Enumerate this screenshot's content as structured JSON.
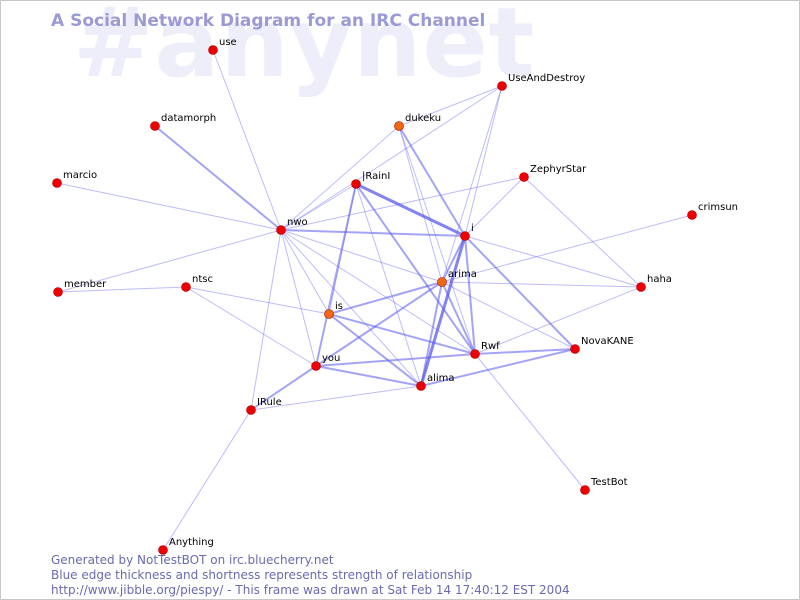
{
  "watermark": "#anynet",
  "title": "A Social Network Diagram for an IRC Channel",
  "footer": {
    "line1": "Generated by NotTestBOT on irc.bluecherry.net",
    "line2": "Blue edge thickness and shortness represents strength of relationship",
    "line3": "http://www.jibble.org/piespy/ - This frame was drawn at Sat Feb 14 17:40:12 EST 2004"
  },
  "colors": {
    "node": "#ee0000",
    "node_highlight": "#ee6a10",
    "edge": "#5a5af0",
    "title": "#9a9ad6",
    "watermark": "#eeeefa"
  },
  "nodes": [
    {
      "id": "use",
      "label": "use"
    },
    {
      "id": "UseAndDestroy",
      "label": "UseAndDestroy"
    },
    {
      "id": "datamorph",
      "label": "datamorph"
    },
    {
      "id": "dukeku",
      "label": "dukeku",
      "highlight": true
    },
    {
      "id": "marcio",
      "label": "marcio"
    },
    {
      "id": "IRainI",
      "label": "|RainI"
    },
    {
      "id": "ZephyrStar",
      "label": "ZephyrStar"
    },
    {
      "id": "crimsun",
      "label": "crimsun"
    },
    {
      "id": "nwo",
      "label": "nwo"
    },
    {
      "id": "i",
      "label": "i"
    },
    {
      "id": "arima",
      "label": "arima",
      "highlight": true
    },
    {
      "id": "member",
      "label": "member"
    },
    {
      "id": "ntsc",
      "label": "ntsc"
    },
    {
      "id": "haha",
      "label": "haha"
    },
    {
      "id": "is",
      "label": "is",
      "highlight": true
    },
    {
      "id": "NovaKANE",
      "label": "NovaKANE"
    },
    {
      "id": "Rwf",
      "label": "Rwf"
    },
    {
      "id": "you",
      "label": "you"
    },
    {
      "id": "alima",
      "label": "alima"
    },
    {
      "id": "IRule",
      "label": "IRule"
    },
    {
      "id": "TestBot",
      "label": "TestBot"
    },
    {
      "id": "Anything",
      "label": "Anything"
    }
  ],
  "edges": [
    {
      "source": "nwo",
      "target": "use",
      "strength": 1
    },
    {
      "source": "nwo",
      "target": "datamorph",
      "strength": 2
    },
    {
      "source": "nwo",
      "target": "marcio",
      "strength": 1
    },
    {
      "source": "nwo",
      "target": "member",
      "strength": 1
    },
    {
      "source": "nwo",
      "target": "IRainI",
      "strength": 1
    },
    {
      "source": "nwo",
      "target": "dukeku",
      "strength": 1
    },
    {
      "source": "nwo",
      "target": "UseAndDestroy",
      "strength": 1
    },
    {
      "source": "nwo",
      "target": "ZephyrStar",
      "strength": 1
    },
    {
      "source": "nwo",
      "target": "i",
      "strength": 2
    },
    {
      "source": "nwo",
      "target": "arima",
      "strength": 1
    },
    {
      "source": "nwo",
      "target": "is",
      "strength": 1
    },
    {
      "source": "nwo",
      "target": "you",
      "strength": 1
    },
    {
      "source": "nwo",
      "target": "IRule",
      "strength": 1
    },
    {
      "source": "nwo",
      "target": "Rwf",
      "strength": 1
    },
    {
      "source": "nwo",
      "target": "alima",
      "strength": 1
    },
    {
      "source": "member",
      "target": "ntsc",
      "strength": 1
    },
    {
      "source": "ntsc",
      "target": "you",
      "strength": 1
    },
    {
      "source": "ntsc",
      "target": "is",
      "strength": 1
    },
    {
      "source": "IRainI",
      "target": "i",
      "strength": 3
    },
    {
      "source": "IRainI",
      "target": "Rwf",
      "strength": 2
    },
    {
      "source": "IRainI",
      "target": "is",
      "strength": 1
    },
    {
      "source": "IRainI",
      "target": "alima",
      "strength": 1
    },
    {
      "source": "IRainI",
      "target": "you",
      "strength": 2
    },
    {
      "source": "dukeku",
      "target": "UseAndDestroy",
      "strength": 1
    },
    {
      "source": "dukeku",
      "target": "i",
      "strength": 2
    },
    {
      "source": "dukeku",
      "target": "arima",
      "strength": 1
    },
    {
      "source": "dukeku",
      "target": "Rwf",
      "strength": 1
    },
    {
      "source": "UseAndDestroy",
      "target": "i",
      "strength": 1
    },
    {
      "source": "UseAndDestroy",
      "target": "arima",
      "strength": 1
    },
    {
      "source": "ZephyrStar",
      "target": "i",
      "strength": 1
    },
    {
      "source": "ZephyrStar",
      "target": "haha",
      "strength": 1
    },
    {
      "source": "crimsun",
      "target": "arima",
      "strength": 1
    },
    {
      "source": "i",
      "target": "arima",
      "strength": 2
    },
    {
      "source": "i",
      "target": "Rwf",
      "strength": 2
    },
    {
      "source": "i",
      "target": "alima",
      "strength": 3
    },
    {
      "source": "i",
      "target": "NovaKANE",
      "strength": 2
    },
    {
      "source": "i",
      "target": "haha",
      "strength": 1
    },
    {
      "source": "arima",
      "target": "Rwf",
      "strength": 2
    },
    {
      "source": "arima",
      "target": "is",
      "strength": 2
    },
    {
      "source": "arima",
      "target": "you",
      "strength": 2
    },
    {
      "source": "arima",
      "target": "alima",
      "strength": 2
    },
    {
      "source": "arima",
      "target": "haha",
      "strength": 1
    },
    {
      "source": "arima",
      "target": "NovaKANE",
      "strength": 1
    },
    {
      "source": "is",
      "target": "Rwf",
      "strength": 2
    },
    {
      "source": "is",
      "target": "alima",
      "strength": 2
    },
    {
      "source": "you",
      "target": "Rwf",
      "strength": 2
    },
    {
      "source": "you",
      "target": "alima",
      "strength": 2
    },
    {
      "source": "you",
      "target": "IRule",
      "strength": 2
    },
    {
      "source": "Rwf",
      "target": "NovaKANE",
      "strength": 2
    },
    {
      "source": "Rwf",
      "target": "TestBot",
      "strength": 1
    },
    {
      "source": "Rwf",
      "target": "haha",
      "strength": 1
    },
    {
      "source": "alima",
      "target": "NovaKANE",
      "strength": 2
    },
    {
      "source": "IRule",
      "target": "alima",
      "strength": 1
    },
    {
      "source": "IRule",
      "target": "Anything",
      "strength": 1
    }
  ]
}
